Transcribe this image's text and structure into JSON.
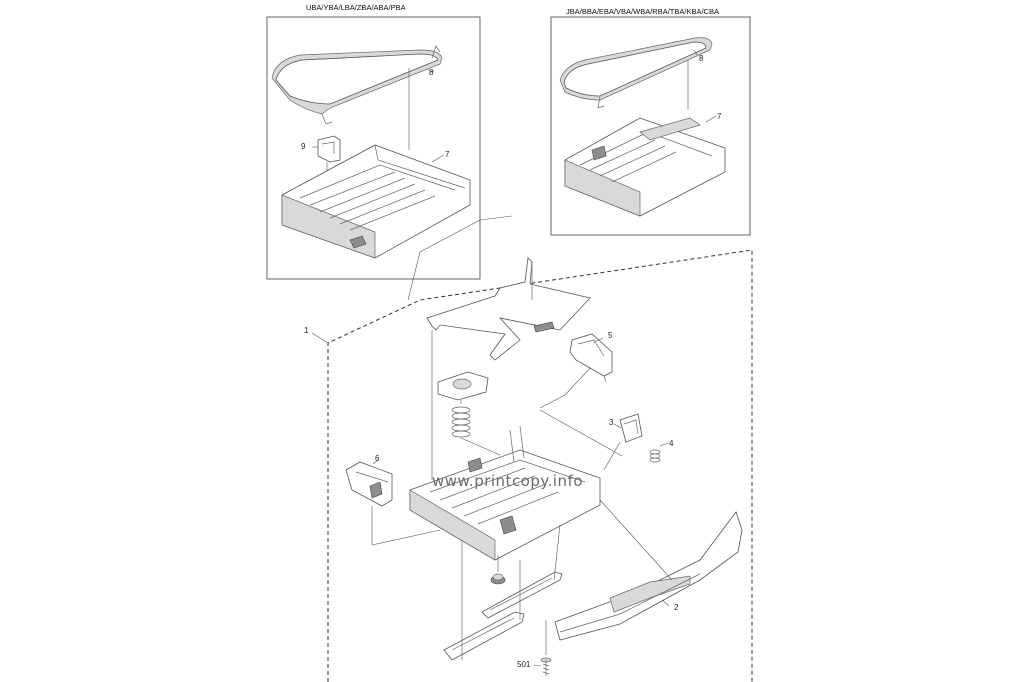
{
  "headers": {
    "left_variant": "UBA/YBA/LBA/ZBA/ABA/PBA",
    "right_variant": "JBA/BBA/EBA/VBA/WBA/RBA/TBA/KBA/CBA"
  },
  "callouts": {
    "c1": "1",
    "c2": "2",
    "c3": "3",
    "c4": "4",
    "c5": "5",
    "c6": "6",
    "c7_left": "7",
    "c7_right": "7",
    "c8_left": "8",
    "c8_right": "8",
    "c9": "9",
    "c501": "501"
  },
  "watermark": "www.printcopy.info"
}
